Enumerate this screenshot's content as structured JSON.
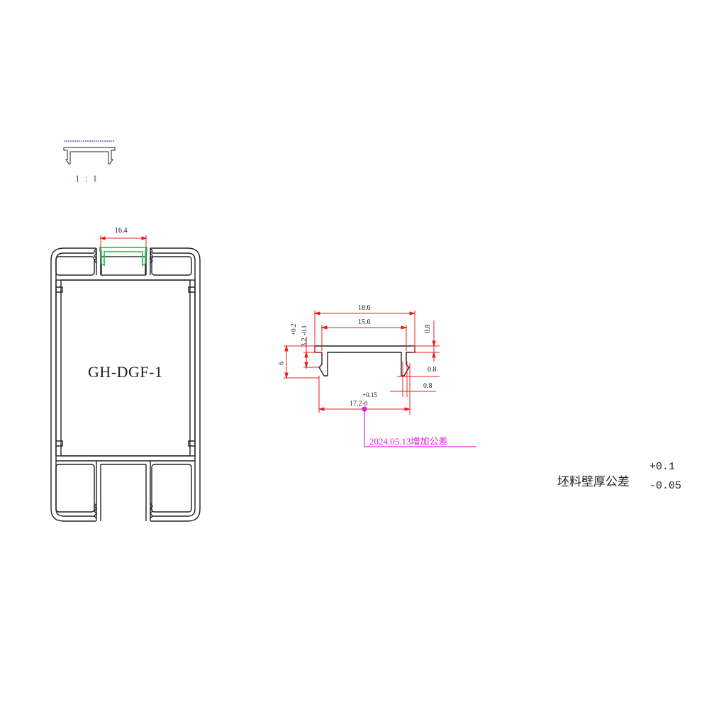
{
  "drawing": {
    "thumbnail": {
      "scale_label": "1 : 1"
    },
    "main_profile": {
      "model_label": "GH-DGF-1",
      "slot_width_label": "16.4"
    },
    "cover_detail": {
      "overall_width_label": "18.6",
      "inner_width_label": "15.6",
      "top_thickness_label": "0.8",
      "leg_height_label": "3.2",
      "leg_height_tol_plus": "+0.2",
      "leg_height_tol_minus": "-0.1",
      "total_height_label": "6",
      "hook_width_label_1": "0.8",
      "hook_width_label_2": "0.8",
      "base_width_label": "17.2",
      "base_width_tol_plus": "+0.15",
      "base_width_tol_minus": "-0",
      "revision_note": "2024.05.13增加公差"
    },
    "tolerance_note": {
      "label": "坯料壁厚公差",
      "plus": "+0.1",
      "minus": "-0.05"
    },
    "colors": {
      "outline": "#222222",
      "dimension": "#ee1c1c",
      "highlight": "#22cc55",
      "revision": "#e020e0",
      "scale_text": "#2a5aa0"
    }
  }
}
